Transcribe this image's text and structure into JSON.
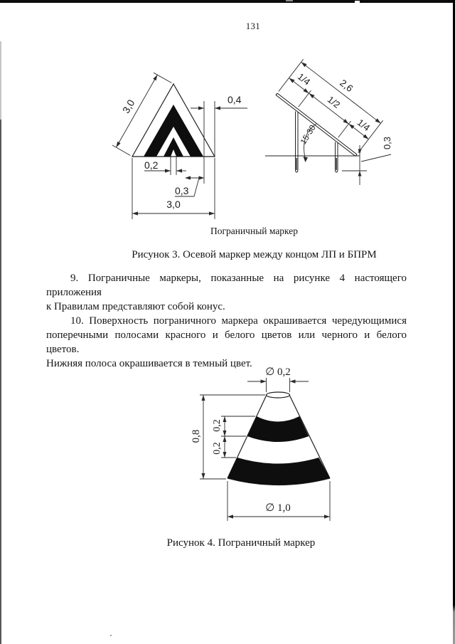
{
  "page": {
    "number": "131"
  },
  "figure3": {
    "front": {
      "side_length": "3,0",
      "stripe_width": "0,4",
      "center_width": "0,2",
      "offset": "0,3",
      "base_length": "3,0"
    },
    "side": {
      "total_length": "2,6",
      "seg_first": "1/4",
      "seg_middle": "1/2",
      "seg_last": "1/4",
      "angle_range": "15-30",
      "ground_height": "0,3"
    },
    "sublabel": "Пограничный маркер",
    "caption": "Рисунок 3. Осевой маркер между концом ЛП и БПРМ"
  },
  "paragraphs": {
    "p9_lines": [
      "9. Пограничные маркеры, показанные на рисунке 4 настоящего приложения",
      "к Правилам представляют собой конус."
    ],
    "p10_lines": [
      "10. Поверхность пограничного маркера окрашивается чередующимися",
      "поперечными полосами красного и белого цветов или черного и белого цветов.",
      "Нижняя полоса окрашивается в темный цвет."
    ]
  },
  "figure4": {
    "dims": {
      "top_diameter": "∅ 0,2",
      "height": "0,8",
      "upper_band": "0,2",
      "lower_band": "0,2",
      "base_diameter": "∅ 1,0"
    },
    "caption": "Рисунок 4. Пограничный маркер"
  }
}
